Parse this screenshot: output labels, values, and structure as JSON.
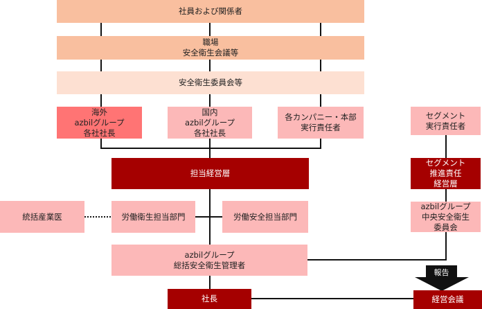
{
  "diagram": {
    "type": "org-chart",
    "nodes": {
      "employees": "社員および関係者",
      "workplace_committee": "職場\n安全衛生会議等",
      "safety_committee": "安全衛生委員会等",
      "overseas_presidents": "海外\nazbilグループ\n各社社長",
      "domestic_presidents": "国内\nazbilグループ\n各社社長",
      "company_executives": "各カンパニー・本部\n実行責任者",
      "segment_executive": "セグメント\n実行責任者",
      "management_in_charge": "担当経営層",
      "segment_promotion": "セグメント\n推進責任\n経営層",
      "chief_industrial_physician": "統括産業医",
      "labor_health_dept": "労働衛生担当部門",
      "labor_safety_dept": "労働安全担当部門",
      "central_committee": "azbilグループ\n中央安全衛生\n委員会",
      "general_manager": "azbilグループ\n総括安全衛生管理者",
      "president": "社長",
      "management_meeting": "経営会議"
    },
    "report_arrow_label": "報告",
    "colors": {
      "peach": "#f9bf9f",
      "peach_light": "#fde0d2",
      "pink": "#fcb8b8",
      "salmon": "#ff7474",
      "dark_red": "#a50000"
    }
  }
}
